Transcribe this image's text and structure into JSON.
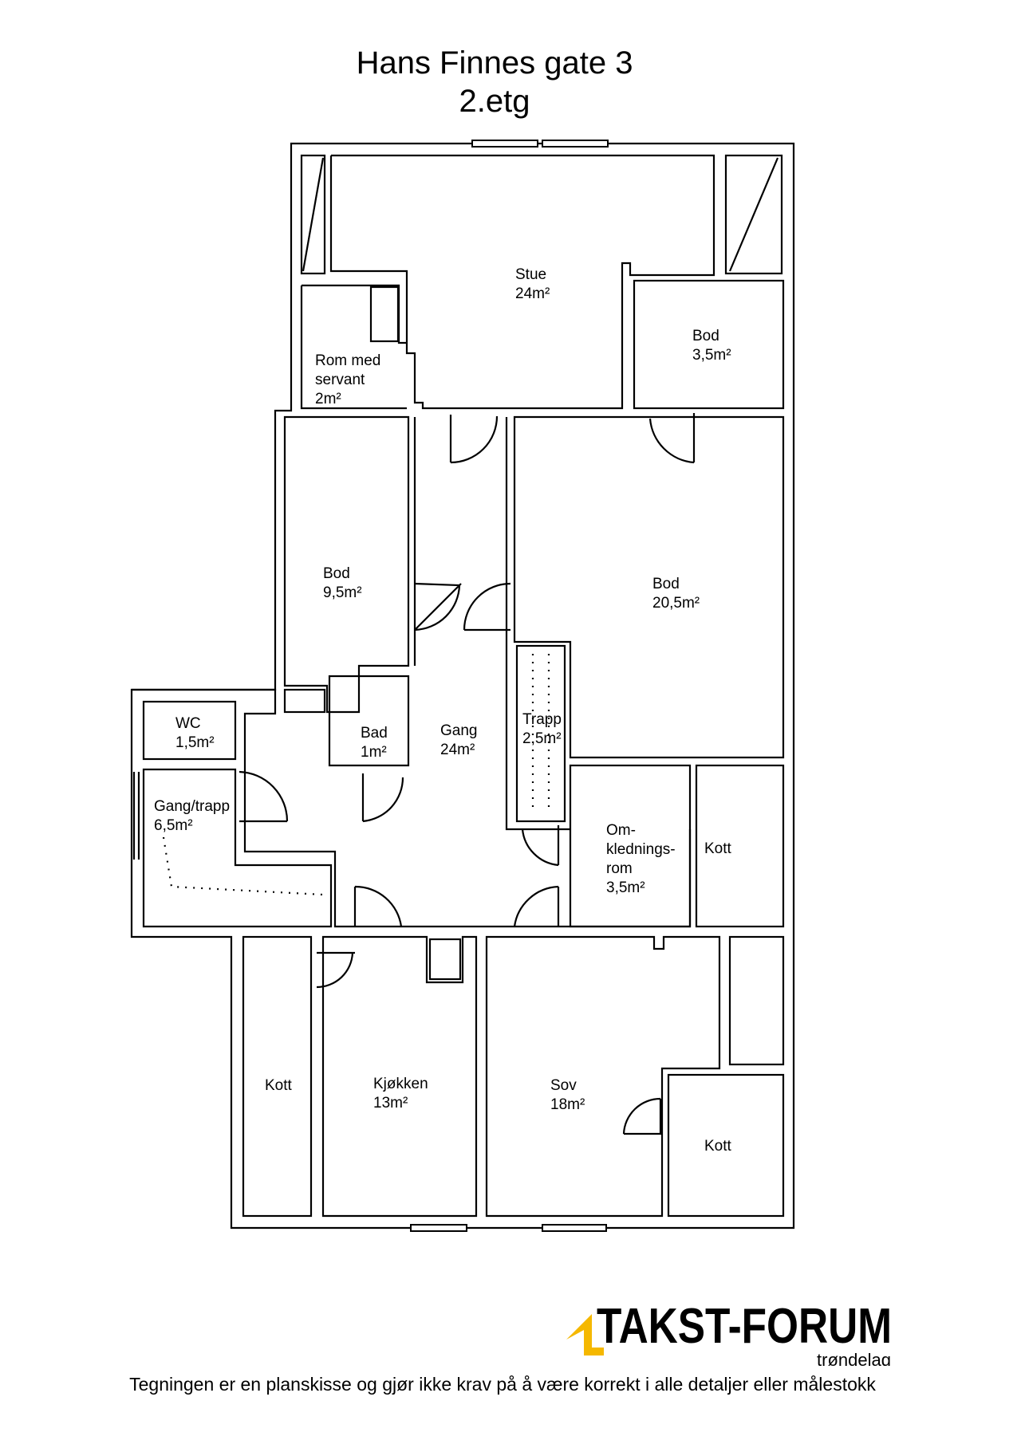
{
  "title": {
    "line1": "Hans Finnes gate 3",
    "line2": "2.etg"
  },
  "rooms": {
    "stue": [
      "Stue",
      "24m²"
    ],
    "rom_med_servant": [
      "Rom med",
      "servant",
      "2m²"
    ],
    "bod_35": [
      "Bod",
      "3,5m²"
    ],
    "bod_95": [
      "Bod",
      "9,5m²"
    ],
    "bod_205": [
      "Bod",
      "20,5m²"
    ],
    "wc": [
      "WC",
      "1,5m²"
    ],
    "bad": [
      "Bad",
      "1m²"
    ],
    "gang": [
      "Gang",
      "24m²"
    ],
    "trapp": [
      "Trapp",
      "2,5m²"
    ],
    "gang_trapp": [
      "Gang/trapp",
      "6,5m²"
    ],
    "omkledningsrom": [
      "Om-",
      "klednings-",
      "rom",
      "3,5m²"
    ],
    "kott_right": [
      "Kott"
    ],
    "kott_left": [
      "Kott"
    ],
    "kjokken": [
      "Kjøkken",
      "13m²"
    ],
    "sov": [
      "Sov",
      "18m²"
    ],
    "kott_bottom_right": [
      "Kott"
    ]
  },
  "logo": {
    "name": "TAKST-FORUM",
    "subtitle": "trøndelag",
    "accent_color": "#F5B800"
  },
  "disclaimer": "Tegningen er en planskisse og gjør ikke krav på å være korrekt i alle detaljer eller målestokk"
}
